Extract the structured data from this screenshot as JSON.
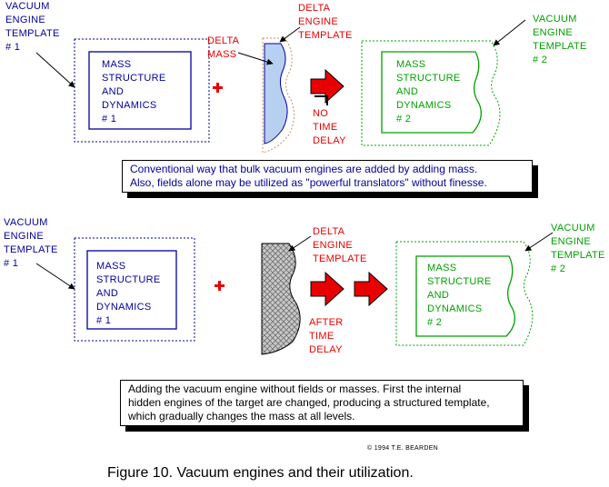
{
  "colors": {
    "blue": "#00009c",
    "green": "#00a000",
    "red": "#e80000",
    "black": "#000000",
    "delta_fill": "#b8d0f0",
    "delta_border": "#c49060",
    "hatch_fill": "#c8c8c8"
  },
  "top_diagram": {
    "vacuum_template_1": "VACUUM\nENGINE\nTEMPLATE\n# 1",
    "mass_structure_1": "MASS\nSTRUCTURE\nAND\nDYNAMICS\n  # 1",
    "plus_sign": "+",
    "delta_mass": "DELTA\nMASS",
    "delta_engine_template": "DELTA\nENGINE\nTEMPLATE",
    "no_time_delay": "NO\nTIME\nDELAY",
    "mass_structure_2": "MASS\nSTRUCTURE\nAND\nDYNAMICS\n# 2",
    "vacuum_template_2": "VACUUM\nENGINE\nTEMPLATE\n# 2",
    "note": [
      "Conventional way that bulk vacuum engines are added by adding mass.",
      "Also, fields alone may be utilized as \"powerful translators\" without finesse."
    ]
  },
  "bottom_diagram": {
    "vacuum_template_1": "VACUUM\nENGINE\nTEMPLATE\n# 1",
    "mass_structure_1": "MASS\nSTRUCTURE\nAND\nDYNAMICS\n  # 1",
    "plus_sign": "+",
    "delta_engine_template": "DELTA\nENGINE\nTEMPLATE",
    "after_time_delay": "AFTER\nTIME\nDELAY",
    "mass_structure_2": "MASS\nSTRUCTURE\nAND\nDYNAMICS\n# 2",
    "vacuum_template_2": "VACUUM\nENGINE\nTEMPLATE\n# 2",
    "note": [
      "Adding the vacuum engine without fields or masses.  First the internal",
      "hidden engines of the target are changed, producing a structured template,",
      "which gradually changes the mass at all levels."
    ]
  },
  "copyright": "© 1994 T.E. BEARDEN",
  "caption": "Figure 10.  Vacuum engines and their utilization."
}
